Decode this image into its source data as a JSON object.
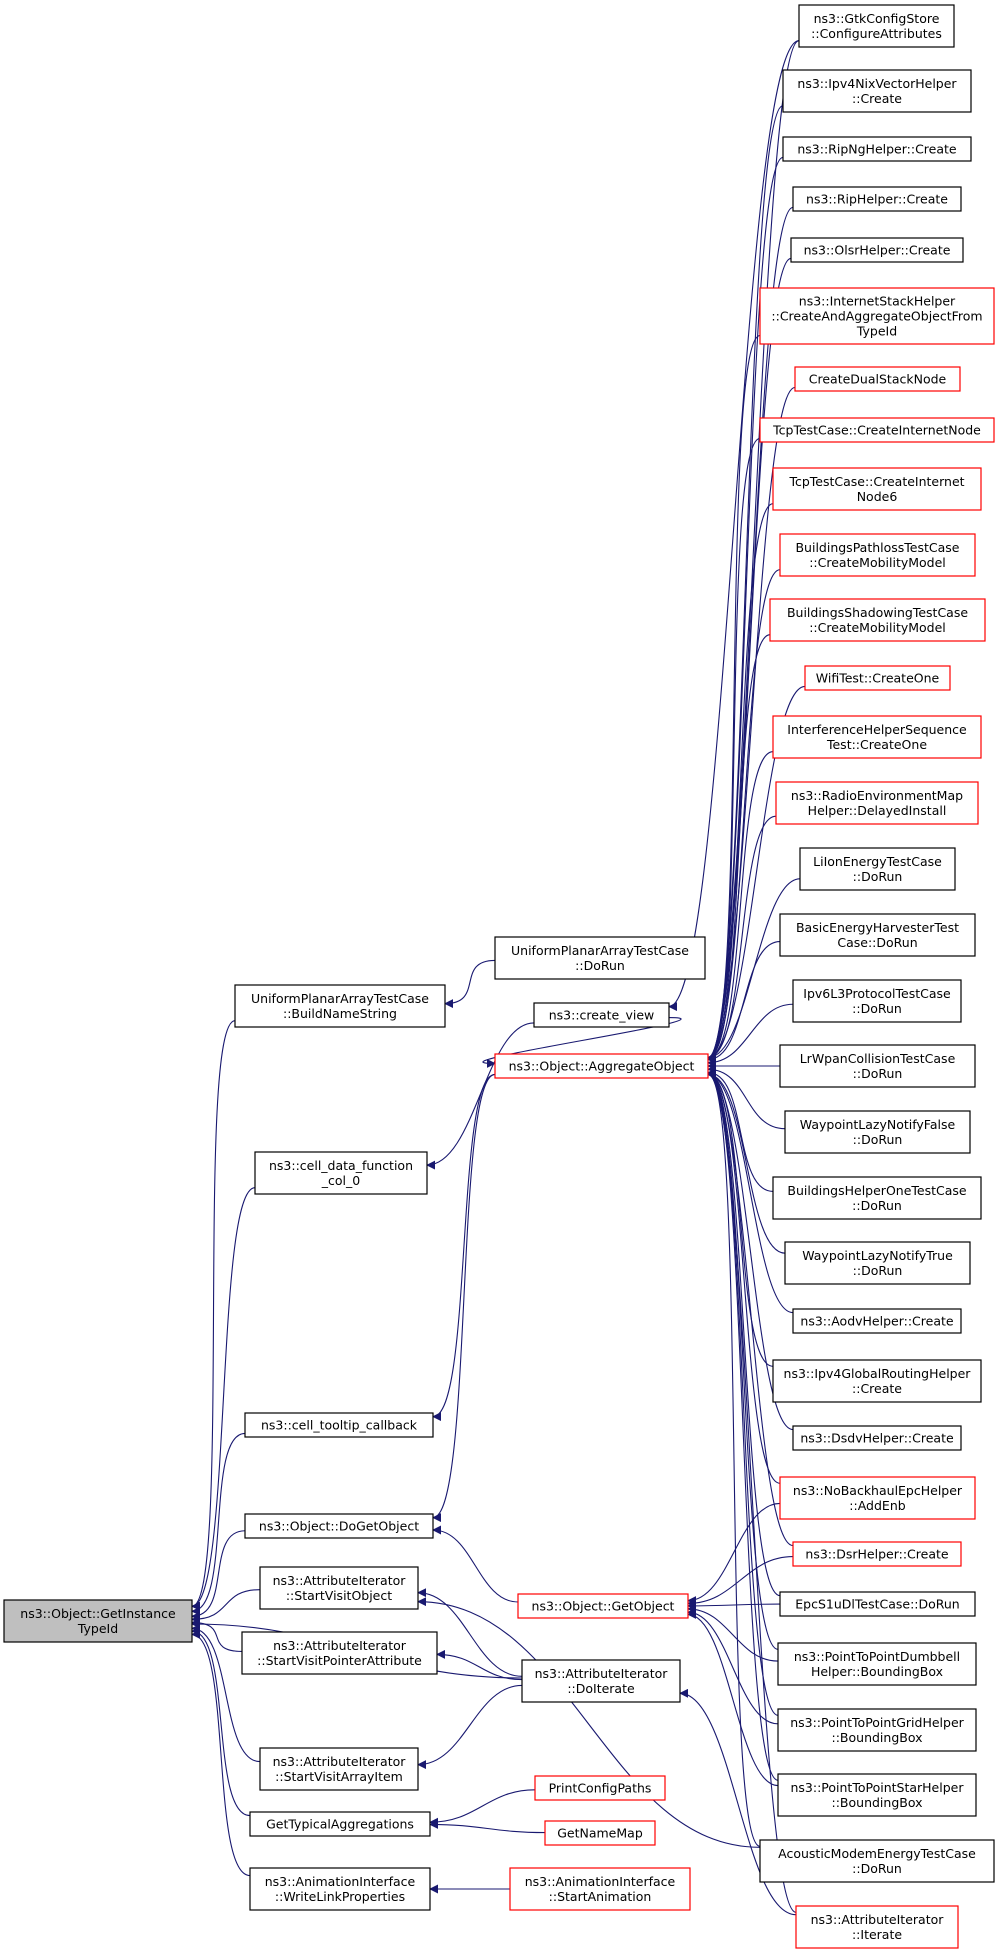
{
  "colors": {
    "edge": "#191970",
    "black_border": "#000000",
    "red_border": "#ff0000",
    "root_fill": "#bfbfbf"
  },
  "nodes": {
    "root": {
      "lines": [
        "ns3::Object::GetInstance",
        "TypeId"
      ],
      "border": "root"
    },
    "upaBuild": {
      "lines": [
        "UniformPlanarArrayTestCase",
        "::BuildNameString"
      ],
      "border": "black"
    },
    "upaDoRun": {
      "lines": [
        "UniformPlanarArrayTestCase",
        "::DoRun"
      ],
      "border": "black"
    },
    "createView": {
      "lines": [
        "ns3::create_view"
      ],
      "border": "black"
    },
    "cellData": {
      "lines": [
        "ns3::cell_data_function",
        "_col_0"
      ],
      "border": "black"
    },
    "cellTip": {
      "lines": [
        "ns3::cell_tooltip_callback"
      ],
      "border": "black"
    },
    "doGet": {
      "lines": [
        "ns3::Object::DoGetObject"
      ],
      "border": "black"
    },
    "svObj": {
      "lines": [
        "ns3::AttributeIterator",
        "::StartVisitObject"
      ],
      "border": "black"
    },
    "svPtr": {
      "lines": [
        "ns3::AttributeIterator",
        "::StartVisitPointerAttribute"
      ],
      "border": "black"
    },
    "svArr": {
      "lines": [
        "ns3::AttributeIterator",
        "::StartVisitArrayItem"
      ],
      "border": "black"
    },
    "typAgg": {
      "lines": [
        "GetTypicalAggregations"
      ],
      "border": "black"
    },
    "animWrite": {
      "lines": [
        "ns3::AnimationInterface",
        "::WriteLinkProperties"
      ],
      "border": "black"
    },
    "aggObj": {
      "lines": [
        "ns3::Object::AggregateObject"
      ],
      "border": "red"
    },
    "getObj": {
      "lines": [
        "ns3::Object::GetObject"
      ],
      "border": "red"
    },
    "doIter": {
      "lines": [
        "ns3::AttributeIterator",
        "::DoIterate"
      ],
      "border": "black"
    },
    "printCfg": {
      "lines": [
        "PrintConfigPaths"
      ],
      "border": "red"
    },
    "getName": {
      "lines": [
        "GetNameMap"
      ],
      "border": "red"
    },
    "startAnim": {
      "lines": [
        "ns3::AnimationInterface",
        "::StartAnimation"
      ],
      "border": "red"
    },
    "r0": {
      "lines": [
        "ns3::GtkConfigStore",
        "::ConfigureAttributes"
      ],
      "border": "black"
    },
    "r1": {
      "lines": [
        "ns3::Ipv4NixVectorHelper",
        "::Create"
      ],
      "border": "black"
    },
    "r2": {
      "lines": [
        "ns3::RipNgHelper::Create"
      ],
      "border": "black"
    },
    "r3": {
      "lines": [
        "ns3::RipHelper::Create"
      ],
      "border": "black"
    },
    "r4": {
      "lines": [
        "ns3::OlsrHelper::Create"
      ],
      "border": "black"
    },
    "r5": {
      "lines": [
        "ns3::InternetStackHelper",
        "::CreateAndAggregateObjectFrom",
        "TypeId"
      ],
      "border": "red"
    },
    "r6": {
      "lines": [
        "CreateDualStackNode"
      ],
      "border": "red"
    },
    "r7": {
      "lines": [
        "TcpTestCase::CreateInternetNode"
      ],
      "border": "red"
    },
    "r8": {
      "lines": [
        "TcpTestCase::CreateInternet",
        "Node6"
      ],
      "border": "red"
    },
    "r9": {
      "lines": [
        "BuildingsPathlossTestCase",
        "::CreateMobilityModel"
      ],
      "border": "red"
    },
    "r10": {
      "lines": [
        "BuildingsShadowingTestCase",
        "::CreateMobilityModel"
      ],
      "border": "red"
    },
    "r11": {
      "lines": [
        "WifiTest::CreateOne"
      ],
      "border": "red"
    },
    "r12": {
      "lines": [
        "InterferenceHelperSequence",
        "Test::CreateOne"
      ],
      "border": "red"
    },
    "r13": {
      "lines": [
        "ns3::RadioEnvironmentMap",
        "Helper::DelayedInstall"
      ],
      "border": "red"
    },
    "r14": {
      "lines": [
        "LiIonEnergyTestCase",
        "::DoRun"
      ],
      "border": "black"
    },
    "r15": {
      "lines": [
        "BasicEnergyHarvesterTest",
        "Case::DoRun"
      ],
      "border": "black"
    },
    "r16": {
      "lines": [
        "Ipv6L3ProtocolTestCase",
        "::DoRun"
      ],
      "border": "black"
    },
    "r17": {
      "lines": [
        "LrWpanCollisionTestCase",
        "::DoRun"
      ],
      "border": "black"
    },
    "r18": {
      "lines": [
        "WaypointLazyNotifyFalse",
        "::DoRun"
      ],
      "border": "black"
    },
    "r19": {
      "lines": [
        "BuildingsHelperOneTestCase",
        "::DoRun"
      ],
      "border": "black"
    },
    "r20": {
      "lines": [
        "WaypointLazyNotifyTrue",
        "::DoRun"
      ],
      "border": "black"
    },
    "r21": {
      "lines": [
        "ns3::AodvHelper::Create"
      ],
      "border": "black"
    },
    "r22": {
      "lines": [
        "ns3::Ipv4GlobalRoutingHelper",
        "::Create"
      ],
      "border": "black"
    },
    "r23": {
      "lines": [
        "ns3::DsdvHelper::Create"
      ],
      "border": "black"
    },
    "r24": {
      "lines": [
        "ns3::NoBackhaulEpcHelper",
        "::AddEnb"
      ],
      "border": "red"
    },
    "r25": {
      "lines": [
        "ns3::DsrHelper::Create"
      ],
      "border": "red"
    },
    "r26": {
      "lines": [
        "EpcS1uDlTestCase::DoRun"
      ],
      "border": "black"
    },
    "r27": {
      "lines": [
        "ns3::PointToPointDumbbell",
        "Helper::BoundingBox"
      ],
      "border": "black"
    },
    "r28": {
      "lines": [
        "ns3::PointToPointGridHelper",
        "::BoundingBox"
      ],
      "border": "black"
    },
    "r29": {
      "lines": [
        "ns3::PointToPointStarHelper",
        "::BoundingBox"
      ],
      "border": "black"
    },
    "r30": {
      "lines": [
        "AcousticModemEnergyTestCase",
        "::DoRun"
      ],
      "border": "black"
    },
    "r31": {
      "lines": [
        "ns3::AttributeIterator",
        "::Iterate"
      ],
      "border": "red"
    }
  }
}
